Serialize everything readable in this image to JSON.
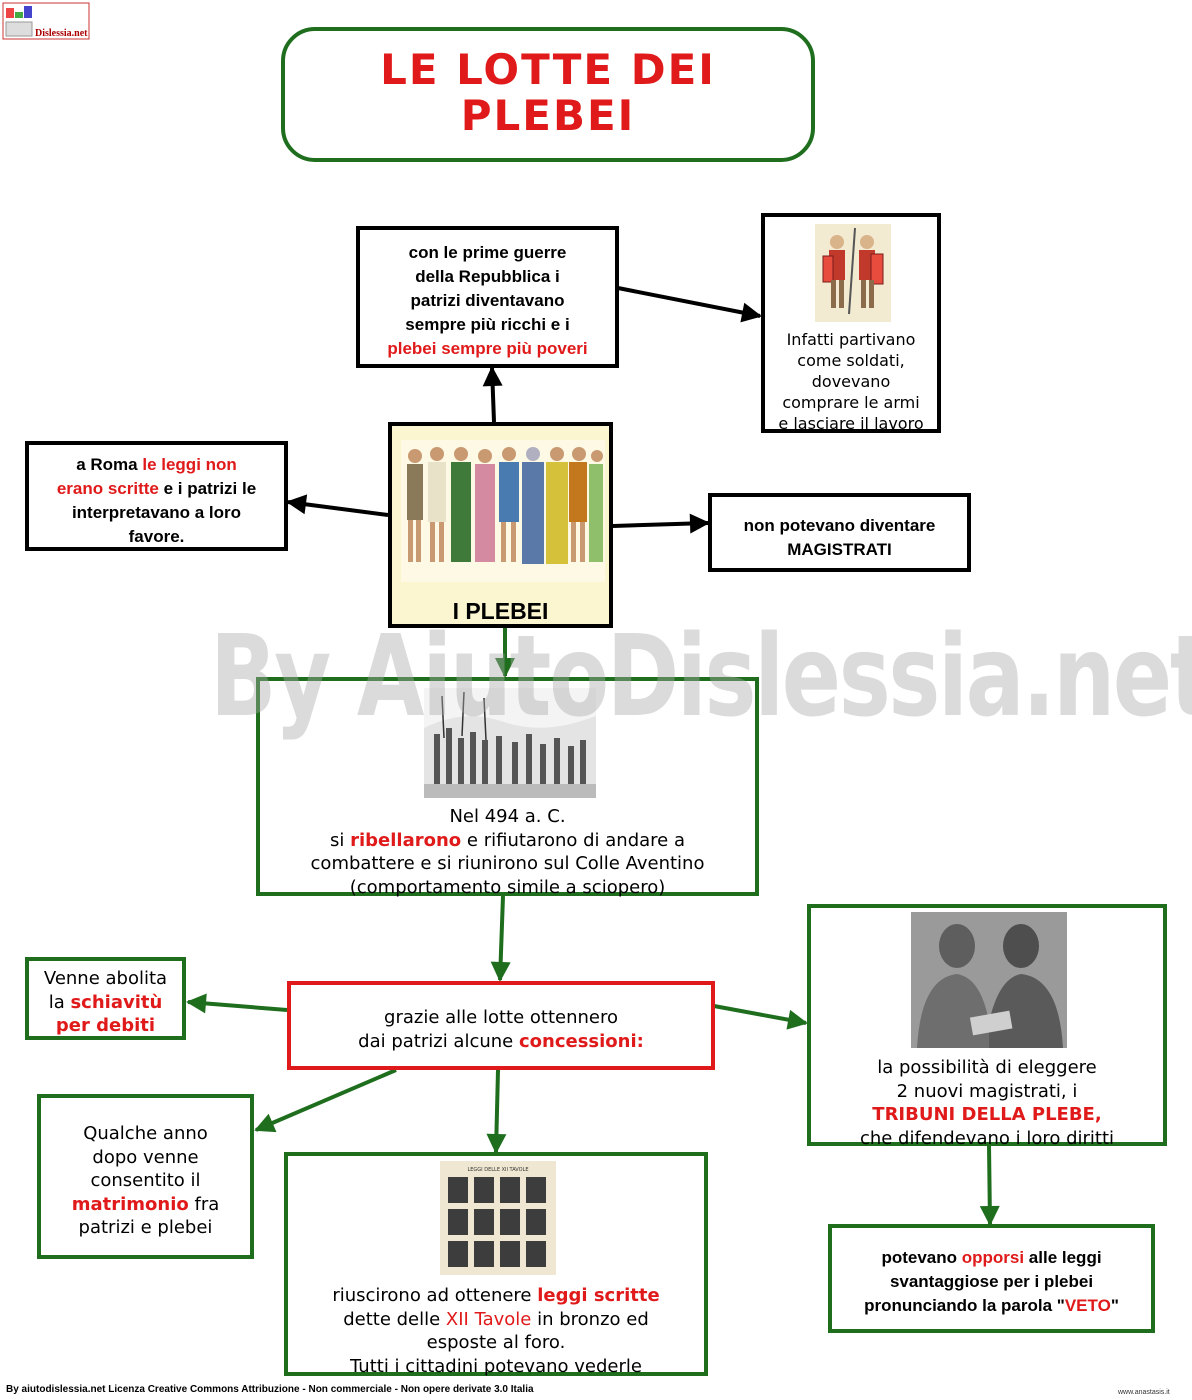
{
  "logo": {
    "text": "Dislessia.net"
  },
  "title": {
    "line1": "LE  LOTTE  DEI",
    "line2": "PLEBEI"
  },
  "watermark": "By AiutoDislessia.net",
  "center": {
    "label": "I PLEBEI"
  },
  "guerre": {
    "l1": "con  le  prime  guerre",
    "l2": "della  Repubblica  i",
    "l3": "patrizi  diventavano",
    "l4": "sempre  più  ricchi  e i",
    "l5": "plebei  sempre  più  poveri"
  },
  "soldati": {
    "l1": "Infatti partivano",
    "l2": "come  soldati,",
    "l3": "dovevano",
    "l4": "comprare  le armi",
    "l5": "e  lasciare  il lavoro"
  },
  "leggi": {
    "p1": "a  Roma ",
    "r1": "le  leggi  non",
    "r2": "erano  scritte",
    "p2": " e i  patrizi  le",
    "l3": "interpretavano  a loro",
    "l4": "favore."
  },
  "magistrati": {
    "l1": "non  potevano  diventare",
    "l2": "MAGISTRATI"
  },
  "ribellione": {
    "l1": "Nel 494 a. C.",
    "l2a": "si ",
    "l2b": "ribellarono",
    "l2c": " e rifiutarono di andare a",
    "l3": "combattere  e si riunirono sul Colle Aventino",
    "l4": "(comportamento  simile  a  sciopero)"
  },
  "concessioni": {
    "l1": "grazie  alle  lotte  ottennero",
    "l2a": "dai  patrizi  alcune  ",
    "l2b": "concessioni:"
  },
  "schiavitu": {
    "l1": "Venne  abolita",
    "l2a": "la  ",
    "l2b": "schiavitù",
    "l3": "per  debiti"
  },
  "matrimonio": {
    "l1": "Qualche  anno",
    "l2": "dopo  venne",
    "l3": "consentito  il",
    "l4a": "matrimonio",
    "l4b": " fra",
    "l5": "patrizi  e  plebei"
  },
  "tavole": {
    "header": "LEGGI DELLE XII TAVOLE",
    "l1a": "riuscirono  ad  ottenere  ",
    "l1b": "leggi  scritte",
    "l2a": "dette  delle  ",
    "l2b": "XII  Tavole",
    "l2c": "  in  bronzo  ed",
    "l3": "esposte  al  foro.",
    "l4": "Tutti  i  cittadini  potevano  vederle"
  },
  "tribuni": {
    "l1": "la  possibilità  di  eleggere",
    "l2": "2  nuovi  magistrati,  i",
    "l3": "TRIBUNI  DELLA  PLEBE,",
    "l4": "che  difendevano  i  loro  diritti"
  },
  "veto": {
    "l1a": "potevano  ",
    "l1b": "opporsi",
    "l1c": "  alle  leggi",
    "l2": "svantaggiose  per  i  plebei",
    "l3a": "pronunciando  la  parola  \"",
    "l3b": "VETO",
    "l3c": "\""
  },
  "footer": "By aiutodislessia.net Licenza Creative Commons Attribuzione - Non commerciale - Non opere derivate 3.0 Italia",
  "credit": "www.anastasis.it"
}
